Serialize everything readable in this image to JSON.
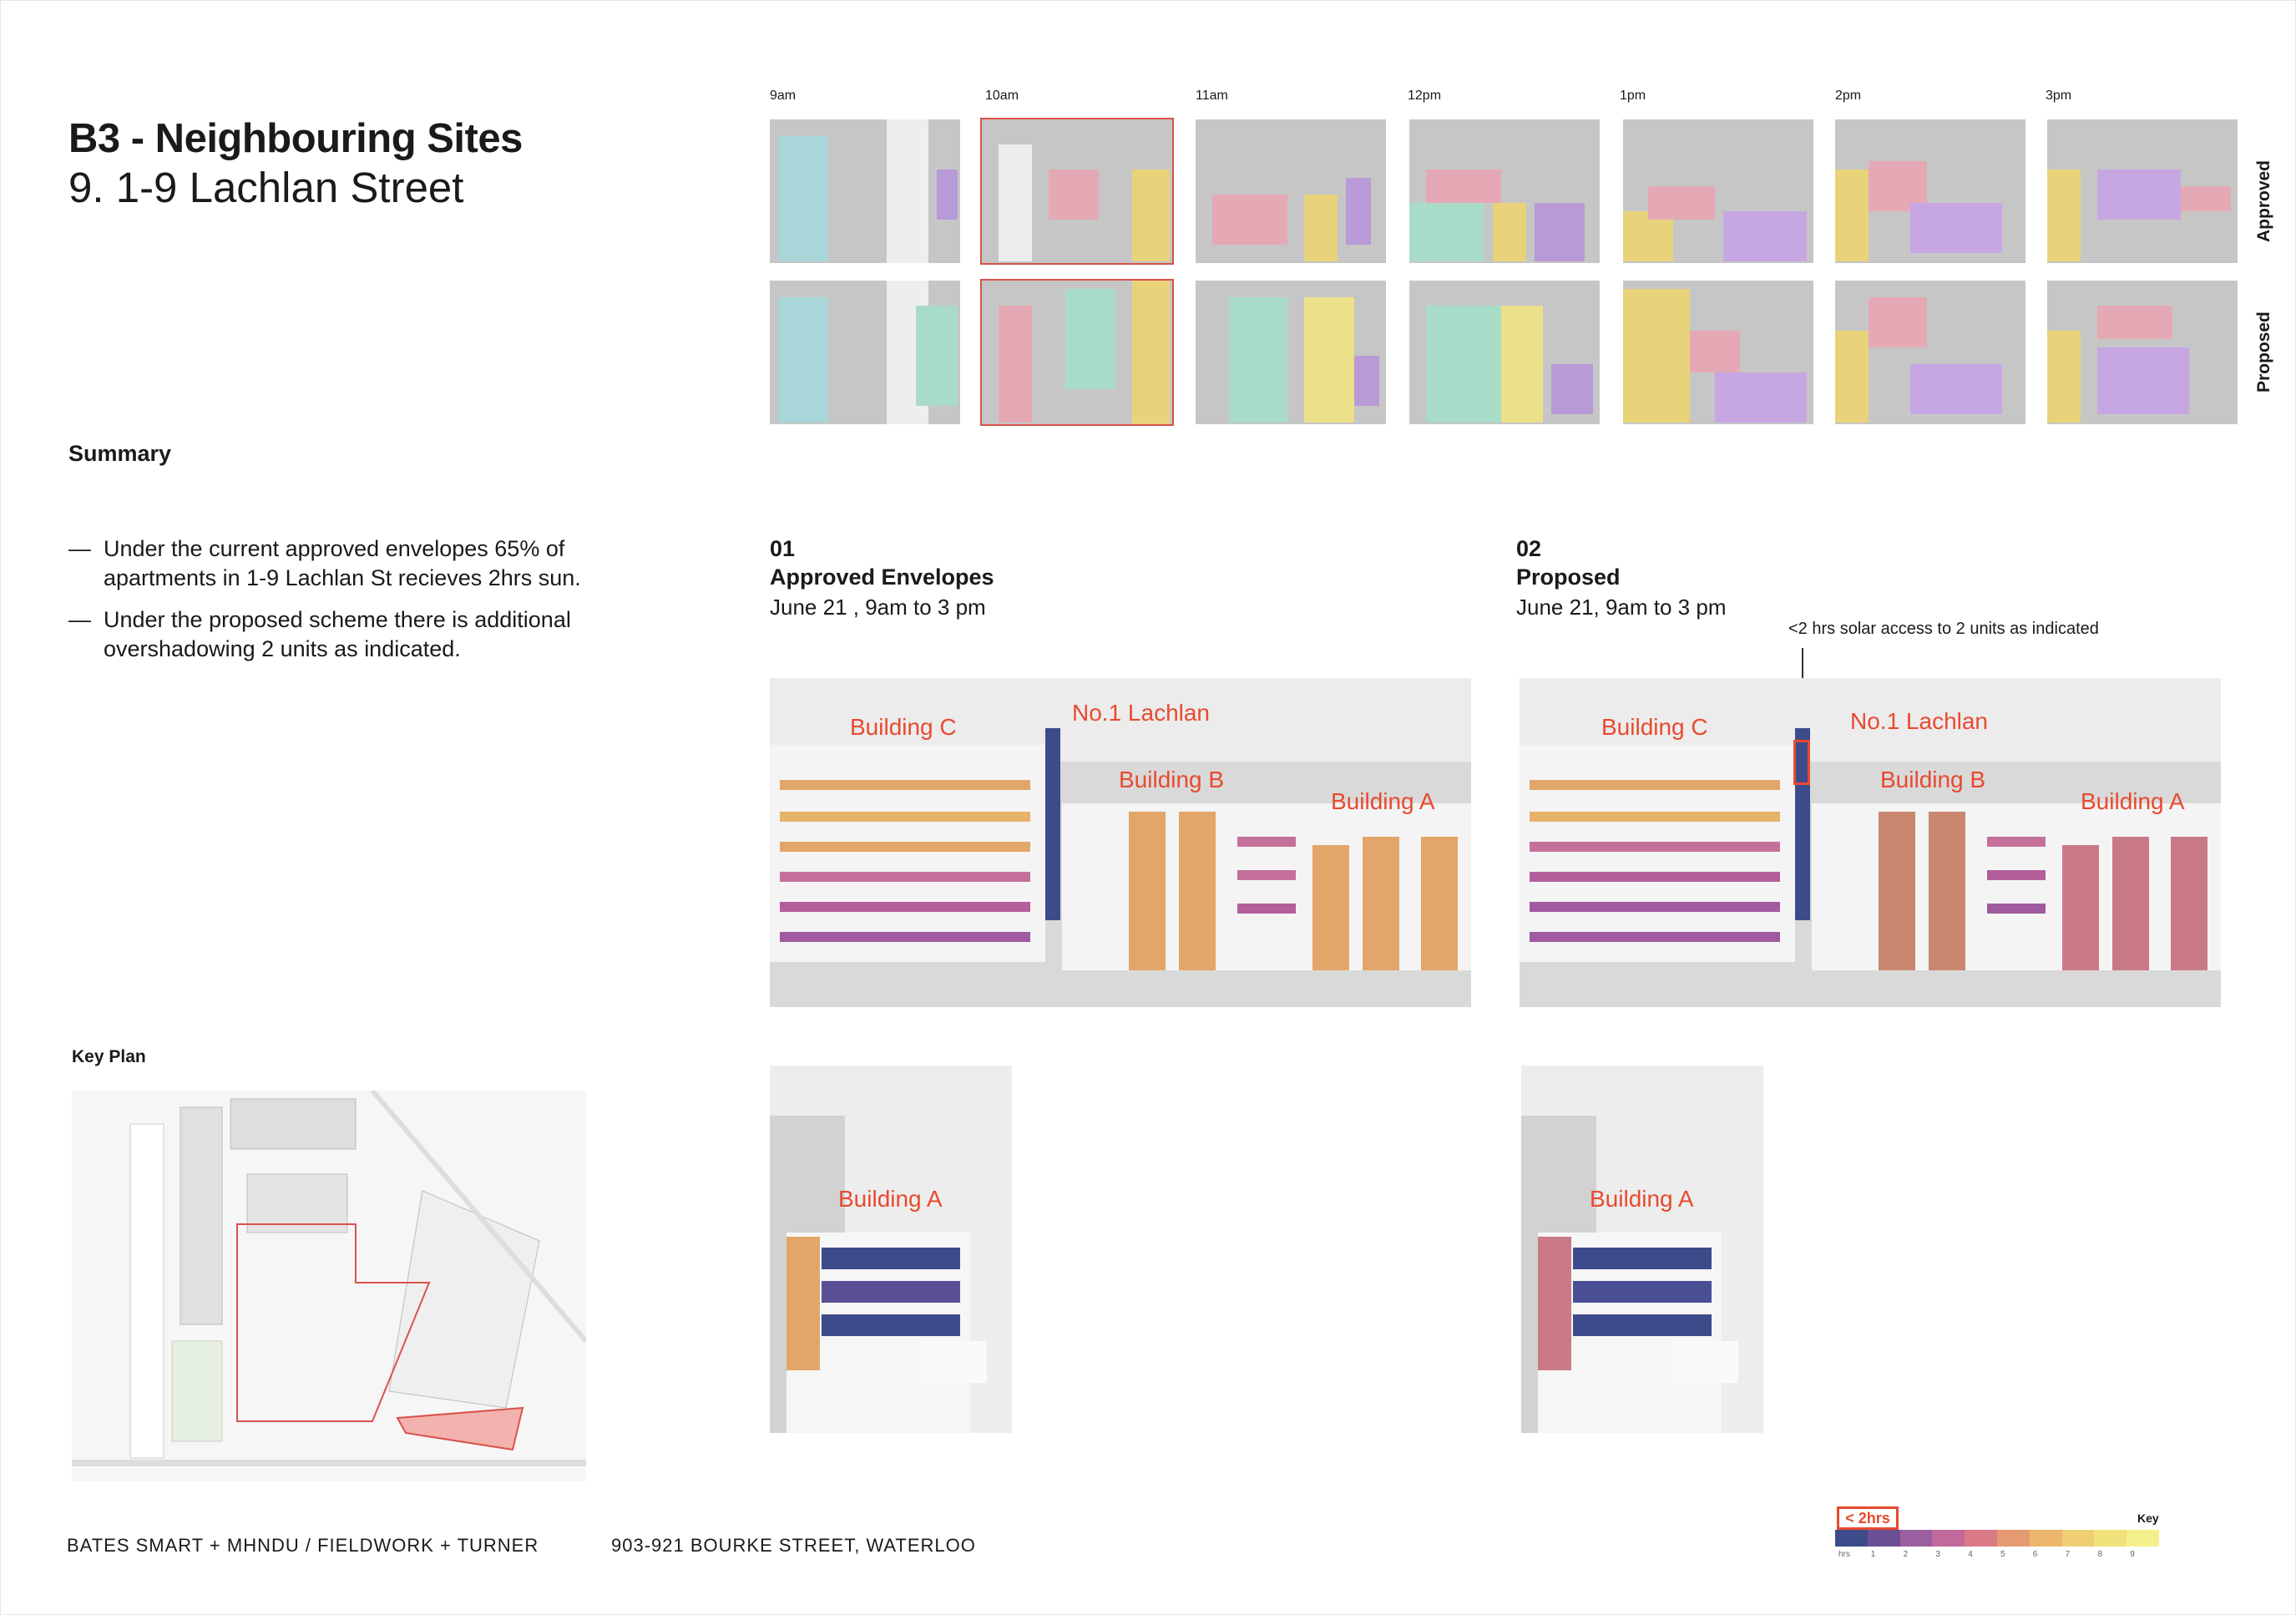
{
  "header": {
    "title": "B3 - Neighbouring Sites",
    "subtitle": "9. 1-9 Lachlan Street"
  },
  "summary": {
    "heading": "Summary",
    "bullets": [
      "Under the current approved envelopes 65% of apartments in 1-9 Lachlan St recieves 2hrs sun.",
      "Under the proposed scheme there is additional overshadowing 2 units as indicated."
    ],
    "dash": "—"
  },
  "times": [
    "9am",
    "10am",
    "11am",
    "12pm",
    "1pm",
    "2pm",
    "3pm"
  ],
  "row_labels": {
    "approved": "Approved",
    "proposed": "Proposed"
  },
  "section_approved": {
    "number": "01",
    "title": "Approved Envelopes",
    "subtitle": "June 21 , 9am to 3 pm"
  },
  "section_proposed": {
    "number": "02",
    "title": "Proposed",
    "subtitle": "June 21, 9am to 3 pm",
    "note": "<2 hrs solar access to 2 units as indicated"
  },
  "building_labels": {
    "c": "Building C",
    "lachlan": "No.1 Lachlan",
    "b": "Building B",
    "a": "Building A"
  },
  "key_plan": {
    "heading": "Key Plan"
  },
  "footer": {
    "left": "BATES SMART + MHNDU / FIELDWORK + TURNER",
    "center": "903-921 BOURKE STREET, WATERLOO"
  },
  "legend": {
    "key_label": "Key",
    "threshold_label": "< 2hrs",
    "ticks": [
      "hrs",
      "1",
      "2",
      "3",
      "4",
      "5",
      "6",
      "7",
      "8",
      "9"
    ],
    "colors": [
      "#3e4b8a",
      "#6a4f95",
      "#9a5f9e",
      "#c0699a",
      "#d97a86",
      "#e59a73",
      "#ecb66c",
      "#efce74",
      "#f1e27c",
      "#f5f08c"
    ]
  },
  "colors": {
    "accent_red": "#e84a2f",
    "highlight_outline": "#d8524a"
  }
}
